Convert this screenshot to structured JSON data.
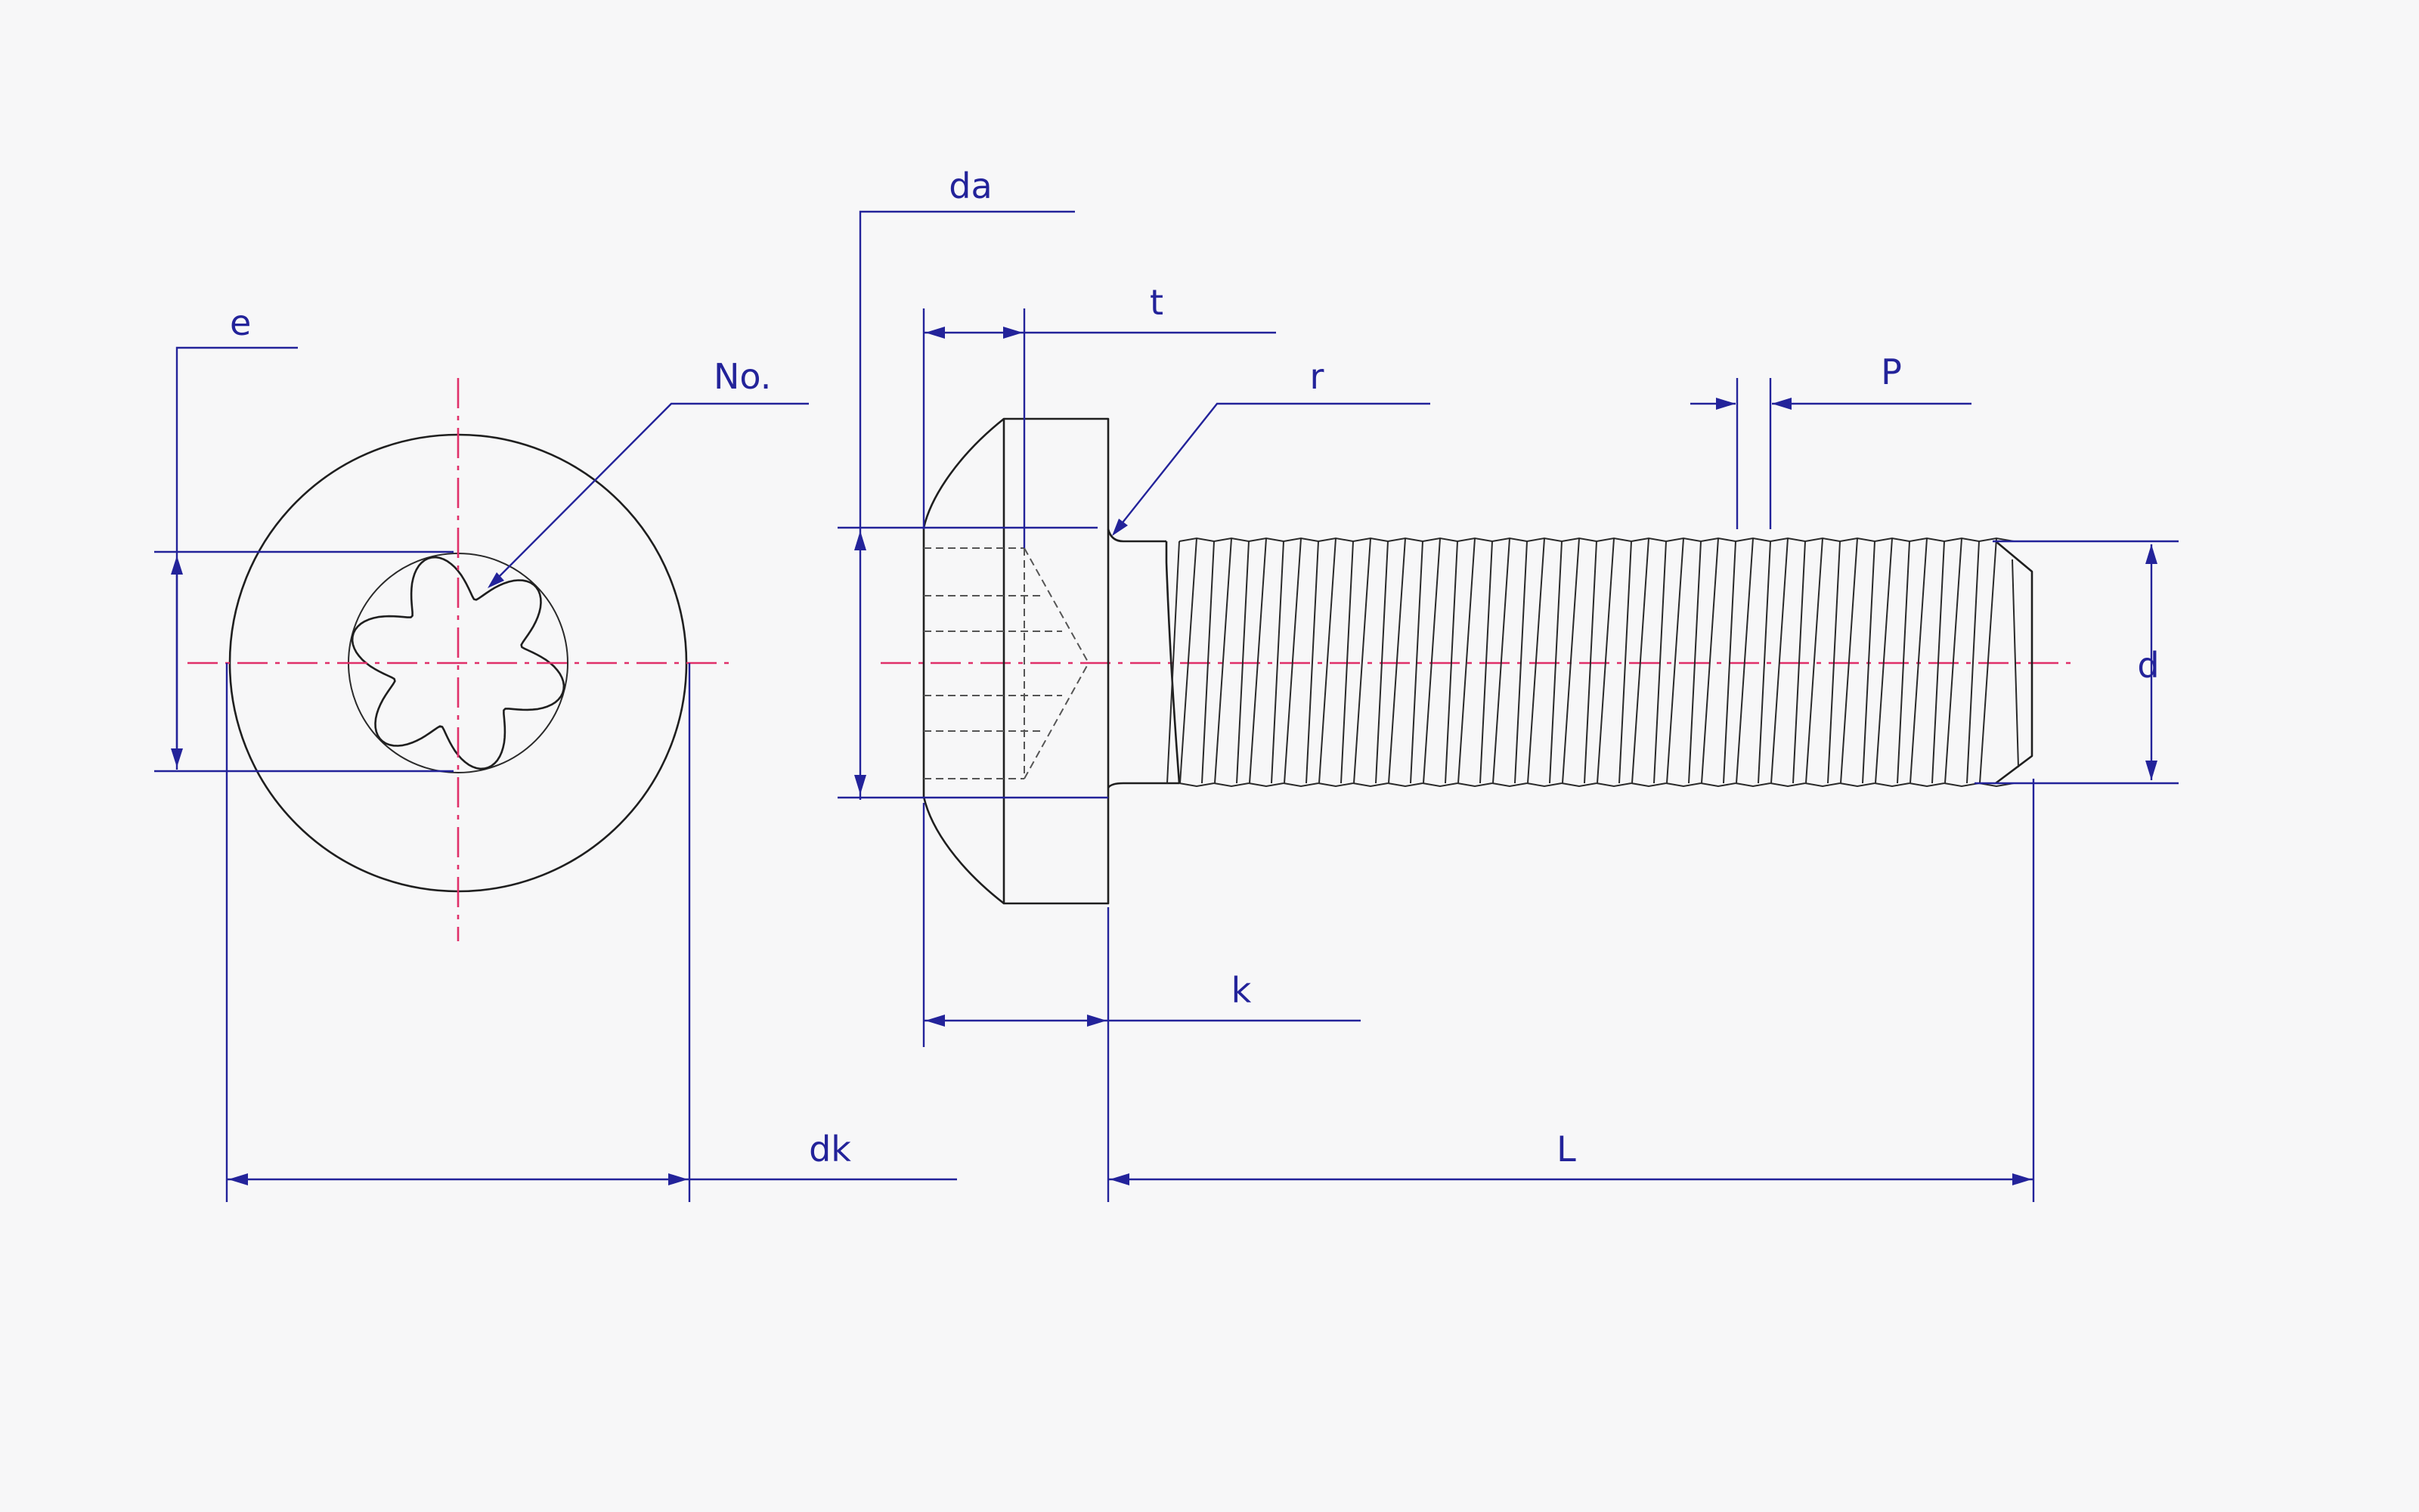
{
  "colors": {
    "background": "#f7f7f8",
    "part_line": "#1f1f1f",
    "dimension": "#23239a",
    "center_line": "#e0306a"
  },
  "labels": {
    "e": "e",
    "no": "No.",
    "da": "da",
    "t": "t",
    "r": "r",
    "p": "P",
    "d": "d",
    "k": "k",
    "dk": "dk",
    "l": "L"
  }
}
